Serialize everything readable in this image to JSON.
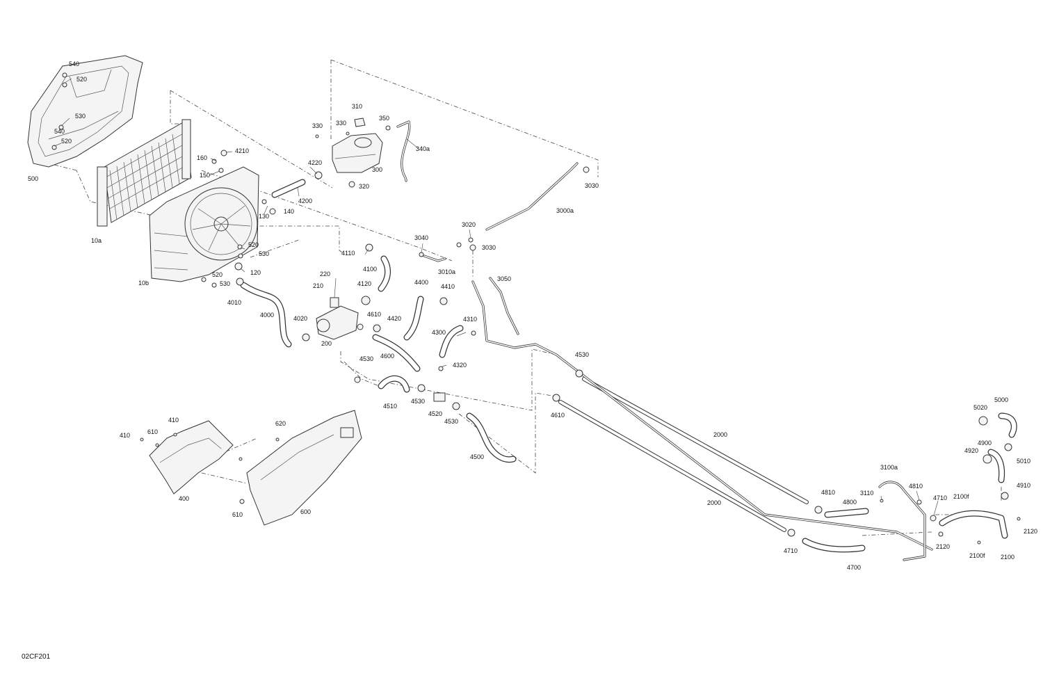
{
  "figure_code": "02CF201",
  "callouts": [
    {
      "id": "c540a",
      "text": "540"
    },
    {
      "id": "c520a",
      "text": "520"
    },
    {
      "id": "c530a",
      "text": "530"
    },
    {
      "id": "c540b",
      "text": "540"
    },
    {
      "id": "c520b",
      "text": "520"
    },
    {
      "id": "c500",
      "text": "500"
    },
    {
      "id": "c10a",
      "text": "10a"
    },
    {
      "id": "c10b",
      "text": "10b"
    },
    {
      "id": "c160",
      "text": "160"
    },
    {
      "id": "c150",
      "text": "150"
    },
    {
      "id": "c4210",
      "text": "4210"
    },
    {
      "id": "c130",
      "text": "130"
    },
    {
      "id": "c140",
      "text": "140"
    },
    {
      "id": "c520c",
      "text": "520"
    },
    {
      "id": "c530c",
      "text": "530"
    },
    {
      "id": "c120",
      "text": "120"
    },
    {
      "id": "c520d",
      "text": "520"
    },
    {
      "id": "c530d",
      "text": "530"
    },
    {
      "id": "c4010",
      "text": "4010"
    },
    {
      "id": "c4000",
      "text": "4000"
    },
    {
      "id": "c4020",
      "text": "4020"
    },
    {
      "id": "c200",
      "text": "200"
    },
    {
      "id": "c220",
      "text": "220"
    },
    {
      "id": "c210",
      "text": "210"
    },
    {
      "id": "c4120",
      "text": "4120"
    },
    {
      "id": "c4110",
      "text": "4110"
    },
    {
      "id": "c4100",
      "text": "4100"
    },
    {
      "id": "c4200",
      "text": "4200"
    },
    {
      "id": "c4220",
      "text": "4220"
    },
    {
      "id": "c330a",
      "text": "330"
    },
    {
      "id": "c330b",
      "text": "330"
    },
    {
      "id": "c310",
      "text": "310"
    },
    {
      "id": "c350",
      "text": "350"
    },
    {
      "id": "c340a",
      "text": "340a"
    },
    {
      "id": "c300",
      "text": "300"
    },
    {
      "id": "c320",
      "text": "320"
    },
    {
      "id": "c3030a",
      "text": "3030"
    },
    {
      "id": "c3000a",
      "text": "3000a"
    },
    {
      "id": "c3020",
      "text": "3020"
    },
    {
      "id": "c3030b",
      "text": "3030"
    },
    {
      "id": "c3040",
      "text": "3040"
    },
    {
      "id": "c3010a",
      "text": "3010a"
    },
    {
      "id": "c3050",
      "text": "3050"
    },
    {
      "id": "c4400",
      "text": "4400"
    },
    {
      "id": "c4410",
      "text": "4410"
    },
    {
      "id": "c4610",
      "text": "4610"
    },
    {
      "id": "c4420",
      "text": "4420"
    },
    {
      "id": "c4600",
      "text": "4600"
    },
    {
      "id": "c4300",
      "text": "4300"
    },
    {
      "id": "c4310",
      "text": "4310"
    },
    {
      "id": "c4320",
      "text": "4320"
    },
    {
      "id": "c4530a",
      "text": "4530"
    },
    {
      "id": "c4510",
      "text": "4510"
    },
    {
      "id": "c4530b",
      "text": "4530"
    },
    {
      "id": "c4520",
      "text": "4520"
    },
    {
      "id": "c4530c",
      "text": "4530"
    },
    {
      "id": "c4500",
      "text": "4500"
    },
    {
      "id": "c4530d",
      "text": "4530"
    },
    {
      "id": "c4610b",
      "text": "4610"
    },
    {
      "id": "c2000a",
      "text": "2000"
    },
    {
      "id": "c2000b",
      "text": "2000"
    },
    {
      "id": "c4810a",
      "text": "4810"
    },
    {
      "id": "c4800",
      "text": "4800"
    },
    {
      "id": "c3110",
      "text": "3110"
    },
    {
      "id": "c3100a",
      "text": "3100a"
    },
    {
      "id": "c4810b",
      "text": "4810"
    },
    {
      "id": "c4710a",
      "text": "4710"
    },
    {
      "id": "c4710b",
      "text": "4710"
    },
    {
      "id": "c4700",
      "text": "4700"
    },
    {
      "id": "c2100f_a",
      "text": "2100f"
    },
    {
      "id": "c2100f_b",
      "text": "2100f"
    },
    {
      "id": "c2120a",
      "text": "2120"
    },
    {
      "id": "c2120b",
      "text": "2120"
    },
    {
      "id": "c2100",
      "text": "2100"
    },
    {
      "id": "c5020",
      "text": "5020"
    },
    {
      "id": "c5000",
      "text": "5000"
    },
    {
      "id": "c4900",
      "text": "4900"
    },
    {
      "id": "c4920",
      "text": "4920"
    },
    {
      "id": "c5010",
      "text": "5010"
    },
    {
      "id": "c4910",
      "text": "4910"
    },
    {
      "id": "c410a",
      "text": "410"
    },
    {
      "id": "c610a",
      "text": "610"
    },
    {
      "id": "c410b",
      "text": "410"
    },
    {
      "id": "c400",
      "text": "400"
    },
    {
      "id": "c620",
      "text": "620"
    },
    {
      "id": "c610b",
      "text": "610"
    },
    {
      "id": "c600",
      "text": "600"
    }
  ]
}
